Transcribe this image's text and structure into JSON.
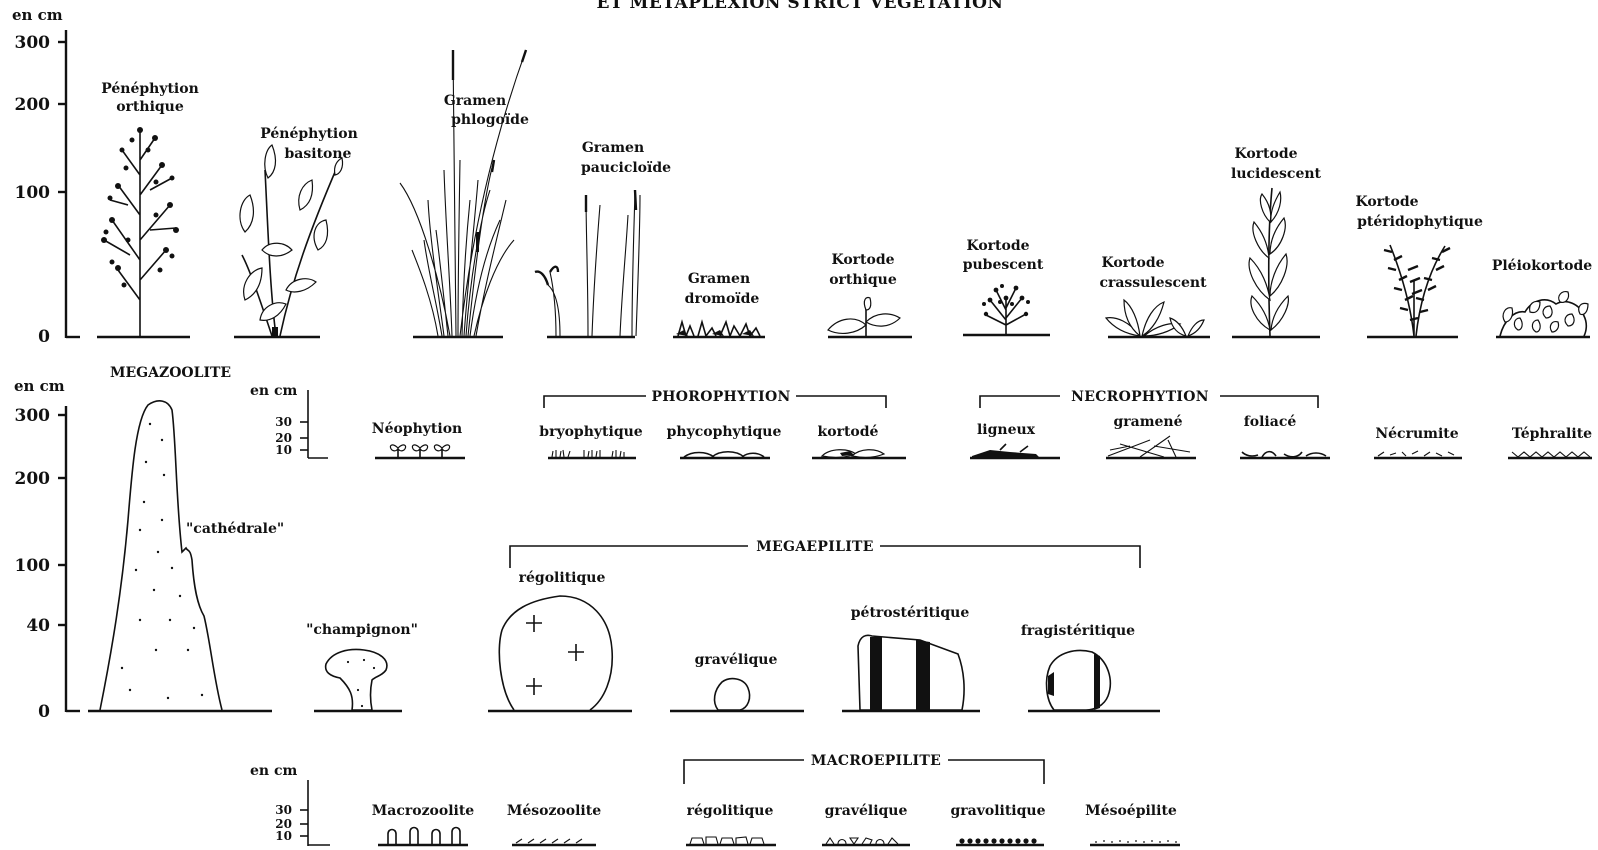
{
  "title": "ET MÉTAPLEXION STRICT VÉGÉTATION",
  "unit": "en cm",
  "top_panel": {
    "ticks": [
      "300",
      "200",
      "100",
      "0"
    ],
    "labels": {
      "penephytion_orthique": [
        "Pénéphytion",
        "orthique"
      ],
      "penephytion_basitone": [
        "Pénéphytion",
        "basitone"
      ],
      "gramen_phlogoide": [
        "Gramen",
        "phlogoïde"
      ],
      "gramen_paucicloide": [
        "Gramen",
        "paucicloïde"
      ],
      "gramen_dromoide": [
        "Gramen",
        "dromoïde"
      ],
      "kortode_orthique": [
        "Kortode",
        "orthique"
      ],
      "kortode_pubescent": [
        "Kortode",
        "pubescent"
      ],
      "kortode_crassulescent": [
        "Kortode",
        "crassulescent"
      ],
      "kortode_lucidescent": [
        "Kortode",
        "lucidescent"
      ],
      "kortode_pteridophytique": [
        "Kortode",
        "ptéridophytique"
      ],
      "pleiokortode": "Pléiokortode"
    }
  },
  "middle_panel": {
    "ticks": [
      "300",
      "200",
      "100",
      "40",
      "0"
    ],
    "megazoolite": "MEGAZOOLITE",
    "cathedrale": "\"cathédrale\"",
    "champignon": "\"champignon\"",
    "inset_ticks": [
      "30",
      "20",
      "10"
    ],
    "neophytion": "Néophytion",
    "phorophytion": {
      "group": "PHOROPHYTION",
      "items": [
        "bryophytique",
        "phycophytique",
        "kortodé"
      ]
    },
    "necrophytion": {
      "group": "NECROPHYTION",
      "items": [
        "ligneux",
        "gramené",
        "foliacé"
      ]
    },
    "necrumite": "Nécrumite",
    "tephralite": "Téphralite",
    "megaepilite": {
      "group": "MEGAEPILITE",
      "items": [
        "régolitique",
        "gravélique",
        "pétrostéritique",
        "fragistéritique"
      ]
    }
  },
  "bottom_panel": {
    "ticks": [
      "30",
      "20",
      "10"
    ],
    "macrozoolite": "Macrozoolite",
    "mesozoolite": "Mésozoolite",
    "macroepilite": {
      "group": "MACROEPILITE",
      "items": [
        "régolitique",
        "gravélique",
        "gravolitique"
      ]
    },
    "mesoepilite": "Mésoépilite"
  }
}
